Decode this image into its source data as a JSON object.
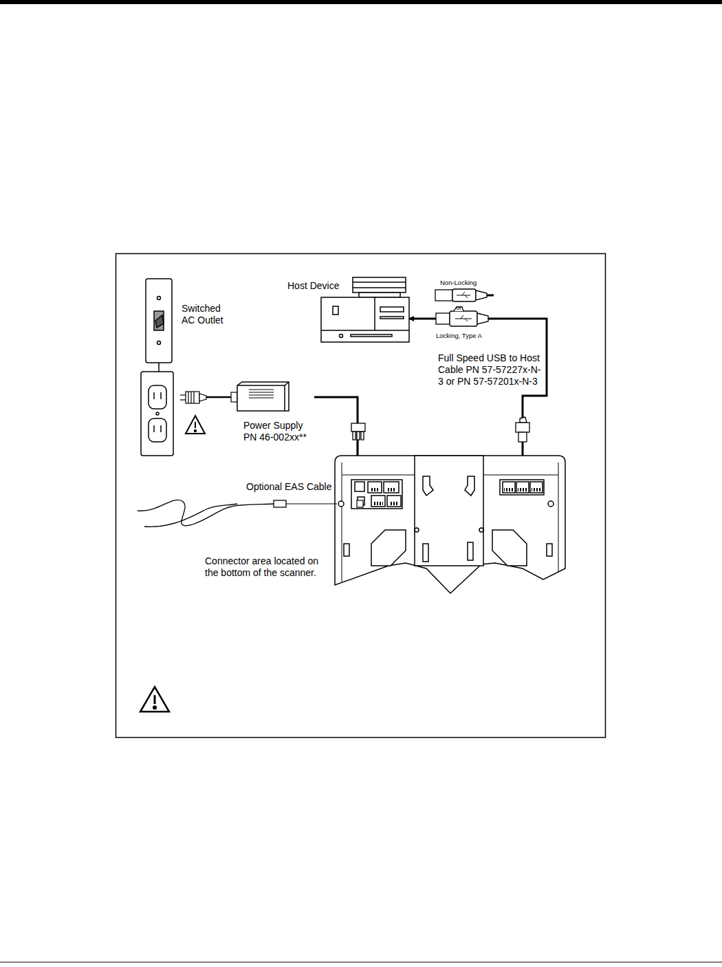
{
  "diagram": {
    "nodes": [
      {
        "text": [
          "Switched AC Outlet"
        ]
      },
      {
        "text": [
          "Host Device"
        ]
      },
      {
        "text": [
          "Power Supply PN 46-002xx**"
        ]
      },
      {
        "text": [
          "Connector area located on the bottom of the scanner."
        ]
      }
    ],
    "edges": [
      {
        "from": 0,
        "to": 2,
        "arrow": "none"
      },
      {
        "from": 2,
        "to": 3,
        "arrow": "none"
      },
      {
        "from": 3,
        "to": 1,
        "label": "Full Speed USB to Host Cable PN 57-57227x-N-3 or PN 57-57201x-N-3",
        "arrow": "to"
      }
    ],
    "labels": [
      "Non-Locking",
      "or",
      "Locking, Type A",
      "Optional EAS Cable"
    ]
  }
}
